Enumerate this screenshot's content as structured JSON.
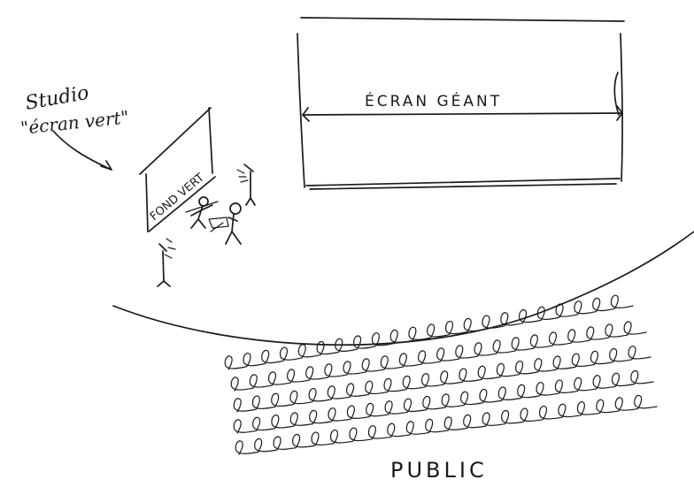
{
  "labels": {
    "studio_line1": "Studio",
    "studio_line2": "\"écran vert\"",
    "screen": "ÉCRAN GÉANT",
    "green_backdrop": "FOND VERT",
    "audience": "PUBLIC"
  }
}
